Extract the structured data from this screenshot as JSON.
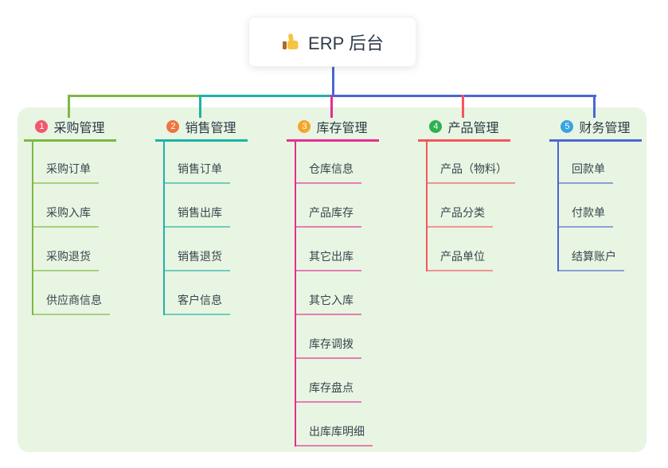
{
  "root": {
    "label": "ERP 后台",
    "icon": "thumbs-up-icon"
  },
  "colors": {
    "background": "#ffffff",
    "panel": "#e8f5e2",
    "root_line": "#4a67d3",
    "root_text": "#2f3b49",
    "branch_title_text": "#2b3a48",
    "child_text": "#39454f",
    "thumb_hand": "#f6c445",
    "thumb_cuff": "#b26a1f"
  },
  "branches": [
    {
      "number": "1",
      "title": "采购管理",
      "line_color": "#7cb842",
      "badge_color": "#f4576d",
      "children": [
        "采购订单",
        "采购入库",
        "采购退货",
        "供应商信息"
      ]
    },
    {
      "number": "2",
      "title": "销售管理",
      "line_color": "#1cb3a5",
      "badge_color": "#ee7540",
      "children": [
        "销售订单",
        "销售出库",
        "销售退货",
        "客户信息"
      ]
    },
    {
      "number": "3",
      "title": "库存管理",
      "line_color": "#e52d93",
      "badge_color": "#f6a52b",
      "children": [
        "仓库信息",
        "产品库存",
        "其它出库",
        "其它入库",
        "库存调拨",
        "库存盘点",
        "出库库明细"
      ]
    },
    {
      "number": "4",
      "title": "产品管理",
      "line_color": "#f4555e",
      "badge_color": "#2eb153",
      "children": [
        "产品（物料）",
        "产品分类",
        "产品单位"
      ]
    },
    {
      "number": "5",
      "title": "财务管理",
      "line_color": "#4a67d3",
      "badge_color": "#38a3e3",
      "children": [
        "回款单",
        "付款单",
        "结算账户"
      ]
    }
  ]
}
